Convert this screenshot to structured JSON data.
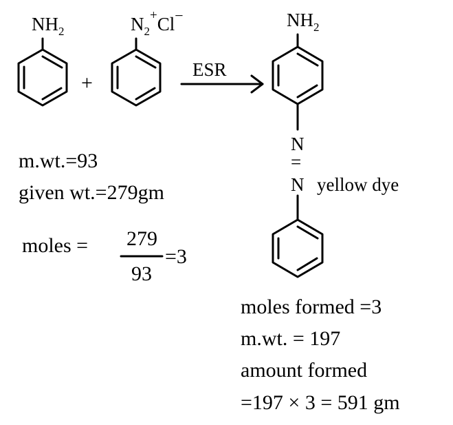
{
  "reactant_aniline": {
    "group": "NH",
    "group_sub": "2"
  },
  "plus_sign": "+",
  "reactant_diazonium": {
    "n": "N",
    "n_sub": "2",
    "charge_plus": "+",
    "cl": "Cl",
    "charge_minus": "−"
  },
  "arrow_label": "ESR",
  "product": {
    "group": "NH",
    "group_sub": "2",
    "azo_n_top": "N",
    "azo_bond": "=",
    "azo_n_bottom": "N",
    "label": "yellow dye"
  },
  "calc_left": {
    "mwt": "m.wt.=93",
    "given_wt": "given wt.=279gm",
    "moles_label": "moles =",
    "numerator": "279",
    "denominator": "93",
    "result": "=3"
  },
  "calc_right": {
    "line1": "moles formed =3",
    "line2": "m.wt. = 197",
    "line3": "amount formed",
    "line4": "=197 × 3 = 591 gm"
  }
}
